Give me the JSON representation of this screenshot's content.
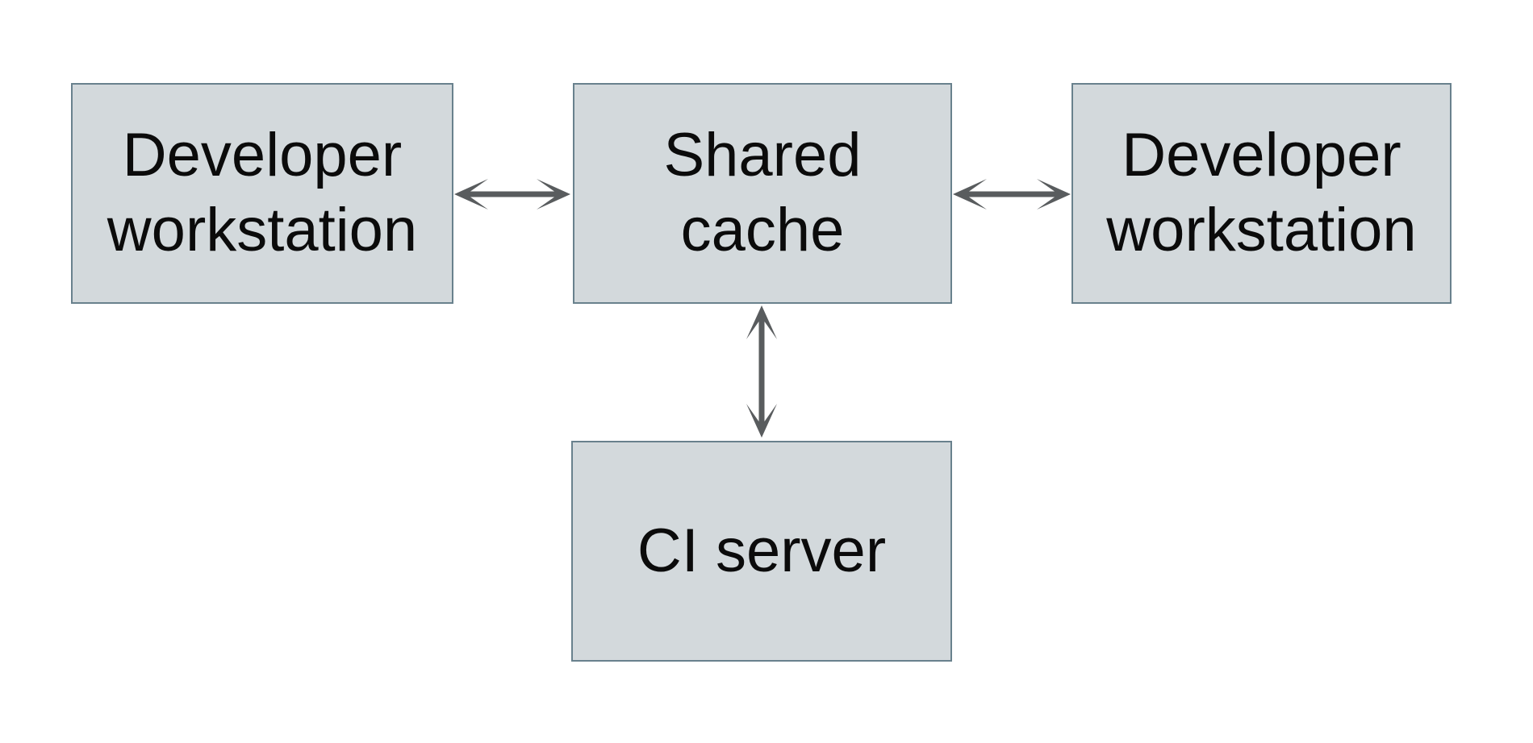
{
  "diagram": {
    "type": "architecture-diagram",
    "background": "#ffffff",
    "colors": {
      "background": "#ffffff",
      "node_fill": "#d3d9dc",
      "node_border": "#69818d",
      "arrow_color": "#595c5e",
      "text_color": "#0b0b0b"
    },
    "nodes": {
      "developer_left": {
        "id": "developer-workstation-left",
        "label": "Developer\nworkstation"
      },
      "shared_cache": {
        "id": "shared-cache",
        "label": "Shared\ncache"
      },
      "developer_right": {
        "id": "developer-workstation-right",
        "label": "Developer\nworkstation"
      },
      "ci_server": {
        "id": "ci-server",
        "label": "CI server"
      }
    },
    "edges": [
      {
        "from": "developer-workstation-left",
        "to": "shared-cache",
        "direction": "bidirectional"
      },
      {
        "from": "shared-cache",
        "to": "developer-workstation-right",
        "direction": "bidirectional"
      },
      {
        "from": "shared-cache",
        "to": "ci-server",
        "direction": "bidirectional"
      }
    ]
  }
}
